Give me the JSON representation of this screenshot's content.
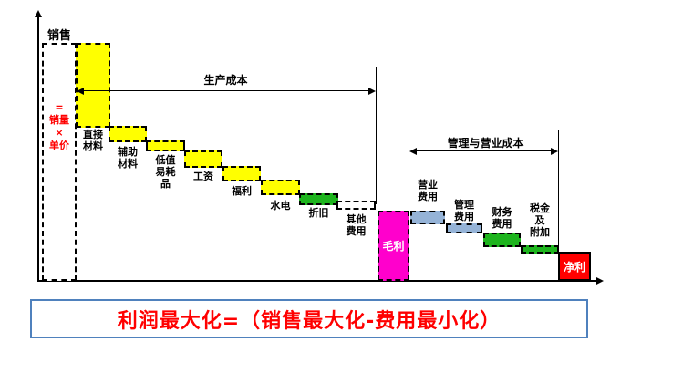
{
  "axis": {
    "top_label": "销售"
  },
  "sales_formula": "=\n销量\n×\n单价",
  "brackets": {
    "production_cost_label": "生产成本",
    "admin_sales_cost_label": "管理与营业成本"
  },
  "bars": {
    "direct_materials": "直接\n材料",
    "auxiliary_materials": "辅助\n材料",
    "low_value_consumables": "低值\n易耗\n品",
    "wages": "工资",
    "welfare": "福利",
    "utilities": "水电",
    "depreciation": "折旧",
    "other_expenses": "其他\n费用",
    "gross_profit": "毛利",
    "operating_expenses": "营业\n费用",
    "admin_expenses": "管理\n费用",
    "financial_expenses": "财务\n费用",
    "taxes_surcharges": "税金\n及\n附加",
    "net_profit": "净利"
  },
  "banner": {
    "text": "利润最大化=（销售最大化-费用最小化）"
  },
  "colors": {
    "yellow": "#FFFF00",
    "green": "#1EB41E",
    "magenta": "#FF00CC",
    "light_blue": "#95B3D7",
    "red_box": "#FF0000",
    "red_text": "#FF0000",
    "banner_border": "#4F81BD"
  }
}
